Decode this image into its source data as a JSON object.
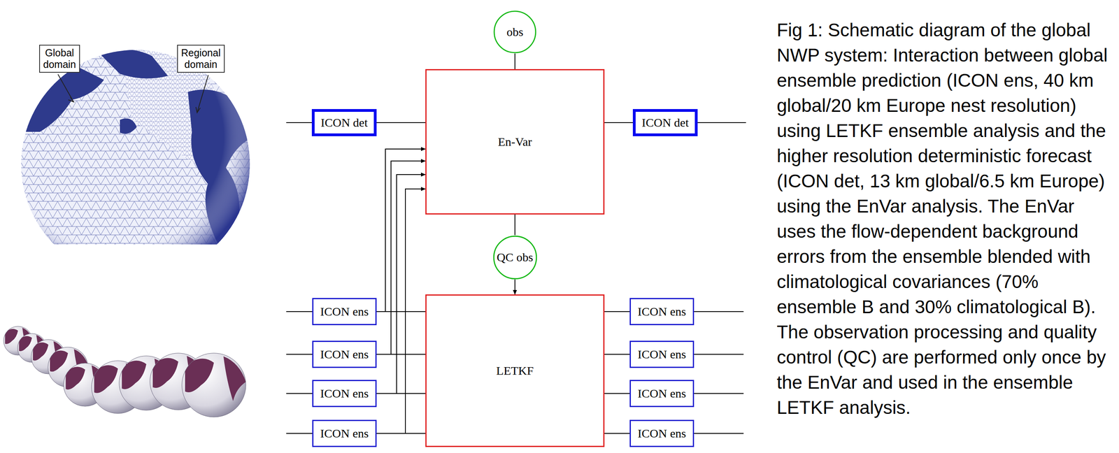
{
  "diagram": {
    "caption": "Fig 1: Schematic diagram of the global NWP system: Interaction between global ensemble prediction (ICON ens, 40 km global/20 km Europe nest resolution) using LETKF ensemble analysis and the higher resolution deterministic forecast (ICON det, 13 km global/6.5 km Europe) using the EnVar analysis. The EnVar uses the flow-dependent background errors from the ensemble blended with climatological covariances (70% ensemble B and 30% climatological B). The observation processing and quality control (QC) are performed only once by the EnVar and used in the ensemble LETKF analysis.",
    "nodes": [
      {
        "text": [
          "Global domain"
        ]
      },
      {
        "text": [
          "Regional domain"
        ]
      },
      {
        "text": [
          "obs"
        ]
      },
      {
        "text": [
          "ICON det"
        ]
      },
      {
        "text": [
          "En-Var"
        ]
      },
      {
        "text": [
          "ICON det"
        ]
      },
      {
        "text": [
          "QC obs"
        ]
      },
      {
        "text": [
          "LETKF"
        ]
      },
      {
        "text": [
          "ICON ens"
        ]
      },
      {
        "text": [
          "ICON ens"
        ]
      },
      {
        "text": [
          "ICON ens"
        ]
      },
      {
        "text": [
          "ICON ens"
        ]
      },
      {
        "text": [
          "ICON ens"
        ]
      },
      {
        "text": [
          "ICON ens"
        ]
      },
      {
        "text": [
          "ICON ens"
        ]
      },
      {
        "text": [
          "ICON ens"
        ]
      }
    ],
    "edges": [
      {
        "from": 2,
        "to": 4,
        "arrow": "none"
      },
      {
        "from": 3,
        "to": 4,
        "arrow": "none"
      },
      {
        "from": 4,
        "to": 5,
        "arrow": "none"
      },
      {
        "from": 4,
        "to": 6,
        "arrow": "none"
      },
      {
        "from": 6,
        "to": 7,
        "arrow": "to"
      },
      {
        "from": 8,
        "to": 7,
        "arrow": "none"
      },
      {
        "from": 9,
        "to": 7,
        "arrow": "none"
      },
      {
        "from": 10,
        "to": 7,
        "arrow": "none"
      },
      {
        "from": 11,
        "to": 7,
        "arrow": "none"
      },
      {
        "from": 8,
        "to": 4,
        "arrow": "to"
      },
      {
        "from": 9,
        "to": 4,
        "arrow": "to"
      },
      {
        "from": 10,
        "to": 4,
        "arrow": "to"
      },
      {
        "from": 11,
        "to": 4,
        "arrow": "to"
      },
      {
        "from": 7,
        "to": 12,
        "arrow": "none"
      },
      {
        "from": 7,
        "to": 13,
        "arrow": "none"
      },
      {
        "from": 7,
        "to": 14,
        "arrow": "none"
      },
      {
        "from": 7,
        "to": 15,
        "arrow": "none"
      }
    ]
  }
}
